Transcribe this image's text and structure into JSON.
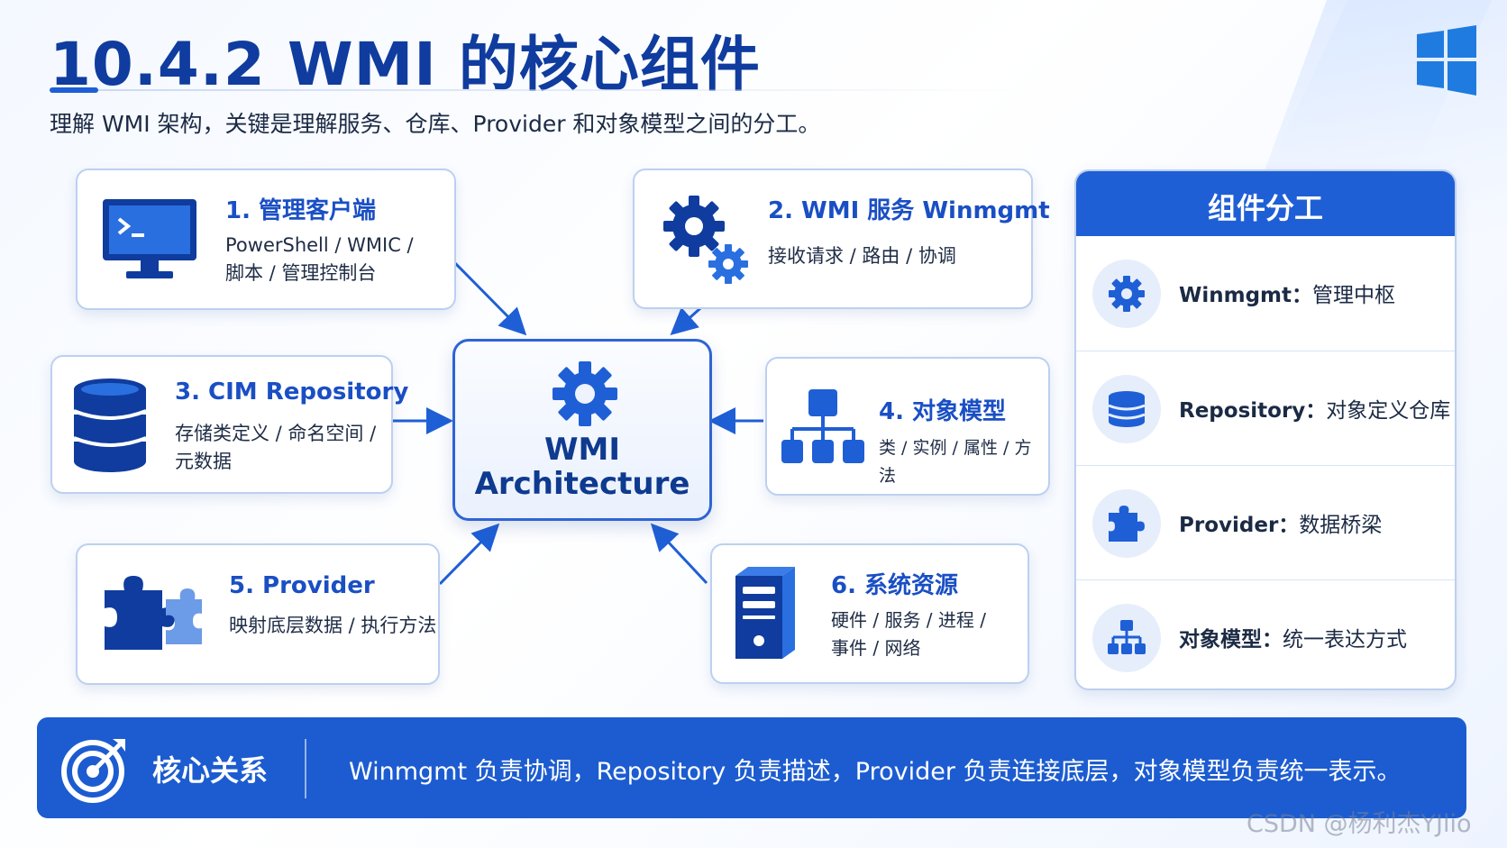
{
  "header": {
    "title": "10.4.2 WMI 的核心组件",
    "subtitle": "理解 WMI 架构，关键是理解服务、仓库、Provider 和对象模型之间的分工。"
  },
  "center": {
    "line1": "WMI",
    "line2": "Architecture"
  },
  "cards": {
    "client": {
      "title": "1. 管理客户端",
      "desc1": "PowerShell / WMIC /",
      "desc2": "脚本 / 管理控制台"
    },
    "service": {
      "title": "2. WMI 服务 Winmgmt",
      "desc1": "接收请求 / 路由 / 协调"
    },
    "repo": {
      "title": "3. CIM Repository",
      "desc1": "存储类定义 / 命名空间 /",
      "desc2": "元数据"
    },
    "model": {
      "title": "4. 对象模型",
      "desc1": "类 / 实例 / 属性 / 方法"
    },
    "provider": {
      "title": "5. Provider",
      "desc1": "映射底层数据 / 执行方法"
    },
    "resource": {
      "title": "6. 系统资源",
      "desc1": "硬件 / 服务 / 进程 /",
      "desc2": "事件 / 网络"
    }
  },
  "panel": {
    "title": "组件分工",
    "rows": [
      {
        "term": "Winmgmt：",
        "desc": "管理中枢",
        "icon": "gear-icon"
      },
      {
        "term": "Repository：",
        "desc": "对象定义仓库",
        "icon": "database-icon"
      },
      {
        "term": "Provider：",
        "desc": "数据桥梁",
        "icon": "puzzle-icon"
      },
      {
        "term": "对象模型：",
        "desc": "统一表达方式",
        "icon": "hierarchy-icon"
      }
    ]
  },
  "bottom": {
    "label": "核心关系",
    "text": "Winmgmt 负责协调，Repository 负责描述，Provider 负责连接底层，对象模型负责统一表示。"
  },
  "watermark": "CSDN @杨利杰YJlio",
  "colors": {
    "primary": "#1f5fd6",
    "title": "#0f3c9e",
    "dark": "#0e3a8f",
    "border": "#bcd0f0"
  }
}
